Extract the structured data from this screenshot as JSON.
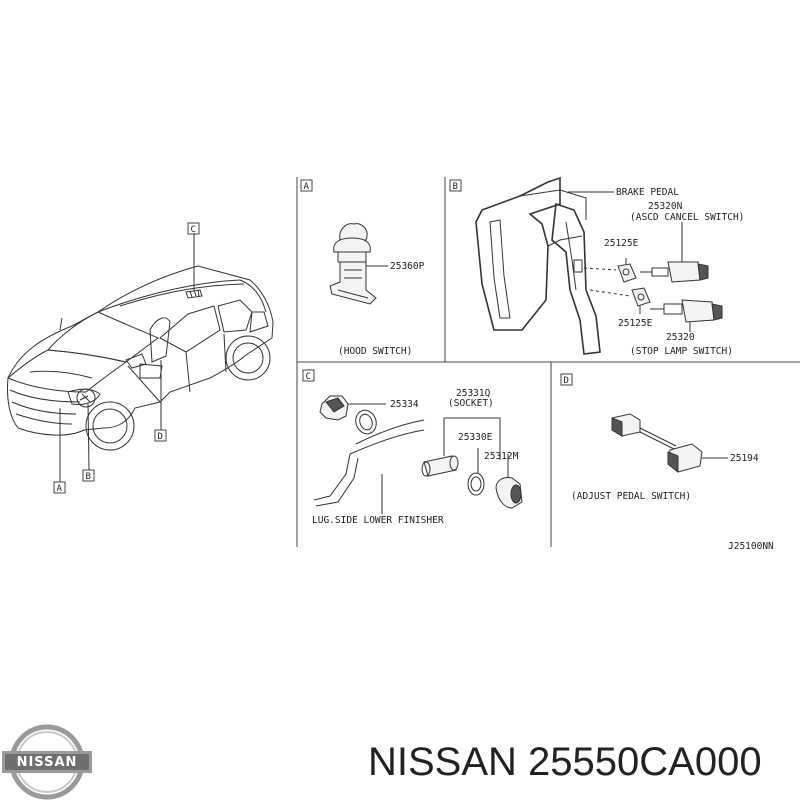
{
  "panels": {
    "A": {
      "letter": "A",
      "part": "25360P",
      "caption": "(HOOD SWITCH)"
    },
    "B": {
      "letter": "B",
      "brake_pedal": "BRAKE PEDAL",
      "part_ascd": "25320N",
      "ascd_caption": "(ASCD CANCEL SWITCH)",
      "part_clip_upper": "25125E",
      "part_clip_lower": "25125E",
      "part_stop": "25320",
      "stop_caption": "(STOP LAMP SWITCH)"
    },
    "C": {
      "letter": "C",
      "part_cap": "25334",
      "part_socket": "25331Q",
      "socket_caption": "(SOCKET)",
      "part_ring": "25330E",
      "part_plug": "25312M",
      "finisher": "LUG.SIDE LOWER FINISHER"
    },
    "D": {
      "letter": "D",
      "part": "25194",
      "caption": "(ADJUST PEDAL SWITCH)"
    }
  },
  "vehicle_callouts": [
    "A",
    "B",
    "C",
    "D"
  ],
  "drawing_code": "J25100NN",
  "brand": {
    "logo_text": "NISSAN"
  },
  "caption": "NISSAN 25550CA000"
}
